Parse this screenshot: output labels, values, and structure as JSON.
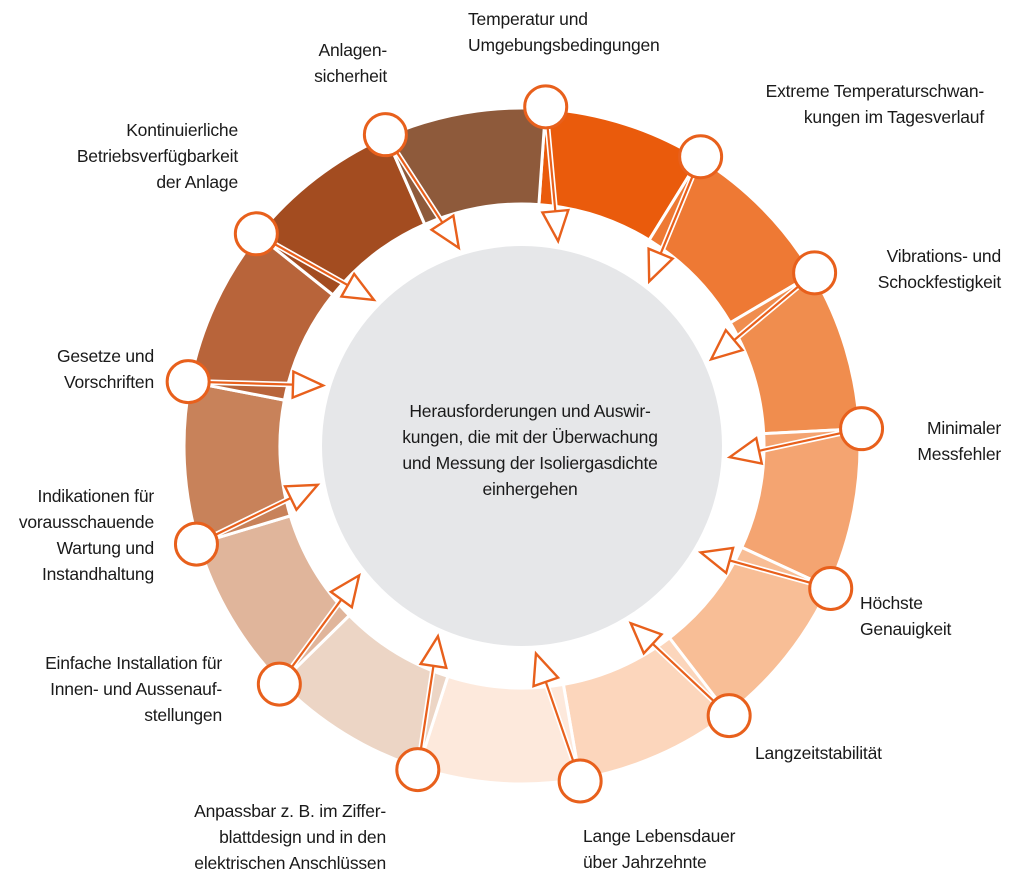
{
  "center_text": "Herausforderungen und Auswir-\nkungen, die mit der Überwachung\nund Messung der Isoliergasdichte\neinhergehen",
  "accent_color": "#e8601c",
  "segments": [
    {
      "label": "Temperatur und\nUmgebungsbedingungen",
      "color": "#ea5b0c"
    },
    {
      "label": "Extreme Temperaturschwan-\nkungen im Tagesverlauf",
      "color": "#ee7934"
    },
    {
      "label": "Vibrations- und\nSchockfestigkeit",
      "color": "#f08d4e"
    },
    {
      "label": "Minimaler\nMessfehler",
      "color": "#f4a471"
    },
    {
      "label": "Höchste\nGenauigkeit",
      "color": "#f8be96"
    },
    {
      "label": "Langzeitstabilität",
      "color": "#fcd6bc"
    },
    {
      "label": "Lange Lebensdauer\nüber Jahrzehnte",
      "color": "#fde9dc"
    },
    {
      "label": "Anpassbar z. B. im Ziffer-\nblattdesign und in den\nelektrischen Anschlüssen",
      "color": "#ecd5c5"
    },
    {
      "label": "Einfache Installation für\nInnen- und Aussenauf-\nstellungen",
      "color": "#e0b59b"
    },
    {
      "label": "Indikationen für\nvorausschauende\nWartung und\nInstandhaltung",
      "color": "#c8825a"
    },
    {
      "label": "Gesetze und\nVorschriften",
      "color": "#b8643a"
    },
    {
      "label": "Kontinuierliche\nBetriebsverfügbarkeit\nder Anlage",
      "color": "#a34c20"
    },
    {
      "label": "Anlagen-\nsicherheit",
      "color": "#8e5a3b"
    }
  ]
}
